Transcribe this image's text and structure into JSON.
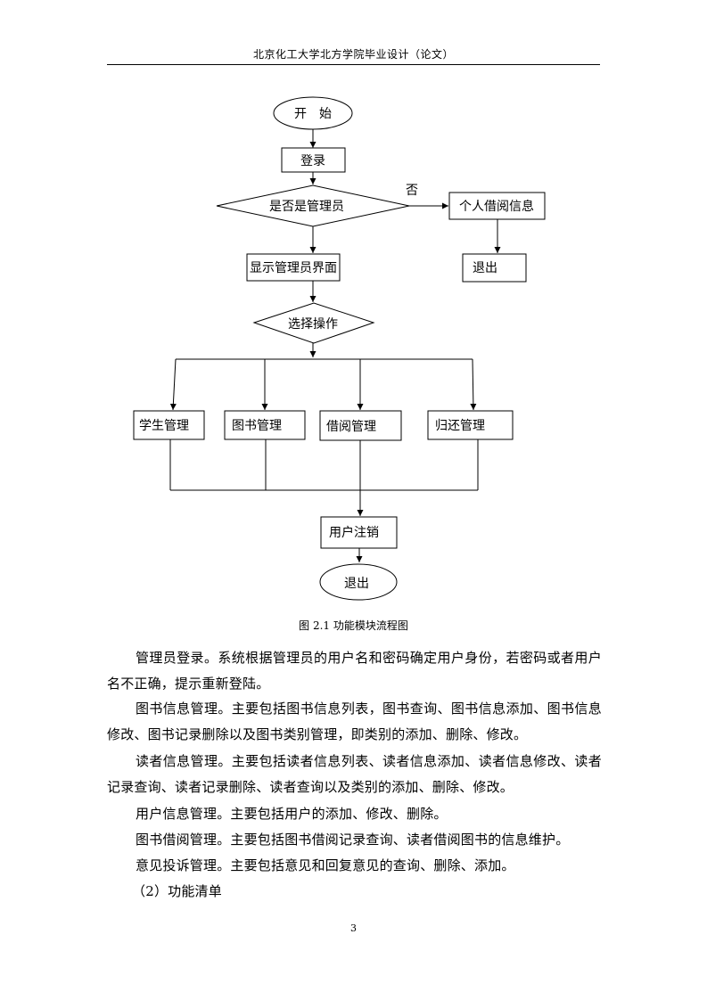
{
  "header": {
    "title": "北京化工大学北方学院毕业设计（论文）"
  },
  "flowchart": {
    "start": "开　始",
    "login": "登录",
    "is_admin": "是否是管理员",
    "no_label": "否",
    "personal_info": "个人借阅信息",
    "exit_personal": "退出",
    "admin_ui": "显示管理员界面",
    "choose_op": "选择操作",
    "student_mgmt": "学生管理",
    "book_mgmt": "图书管理",
    "borrow_mgmt": "借阅管理",
    "return_mgmt": "归还管理",
    "logout": "用户注销",
    "exit": "退出"
  },
  "caption": "图 2.1  功能模块流程图",
  "paragraphs": [
    "管理员登录。系统根据管理员的用户名和密码确定用户身份，若密码或者用户名不正确，提示重新登陆。",
    "图书信息管理。主要包括图书信息列表，图书查询、图书信息添加、图书信息修改、图书记录删除以及图书类别管理，即类别的添加、删除、修改。",
    "读者信息管理。主要包括读者信息列表、读者信息添加、读者信息修改、读者记录查询、读者记录删除、读者查询以及类别的添加、删除、修改。",
    "用户信息管理。主要包括用户的添加、修改、删除。",
    "图书借阅管理。主要包括图书借阅记录查询、读者借阅图书的信息维护。",
    "意见投诉管理。主要包括意见和回复意见的查询、删除、添加。",
    "（2）功能清单"
  ],
  "page_number": "3"
}
